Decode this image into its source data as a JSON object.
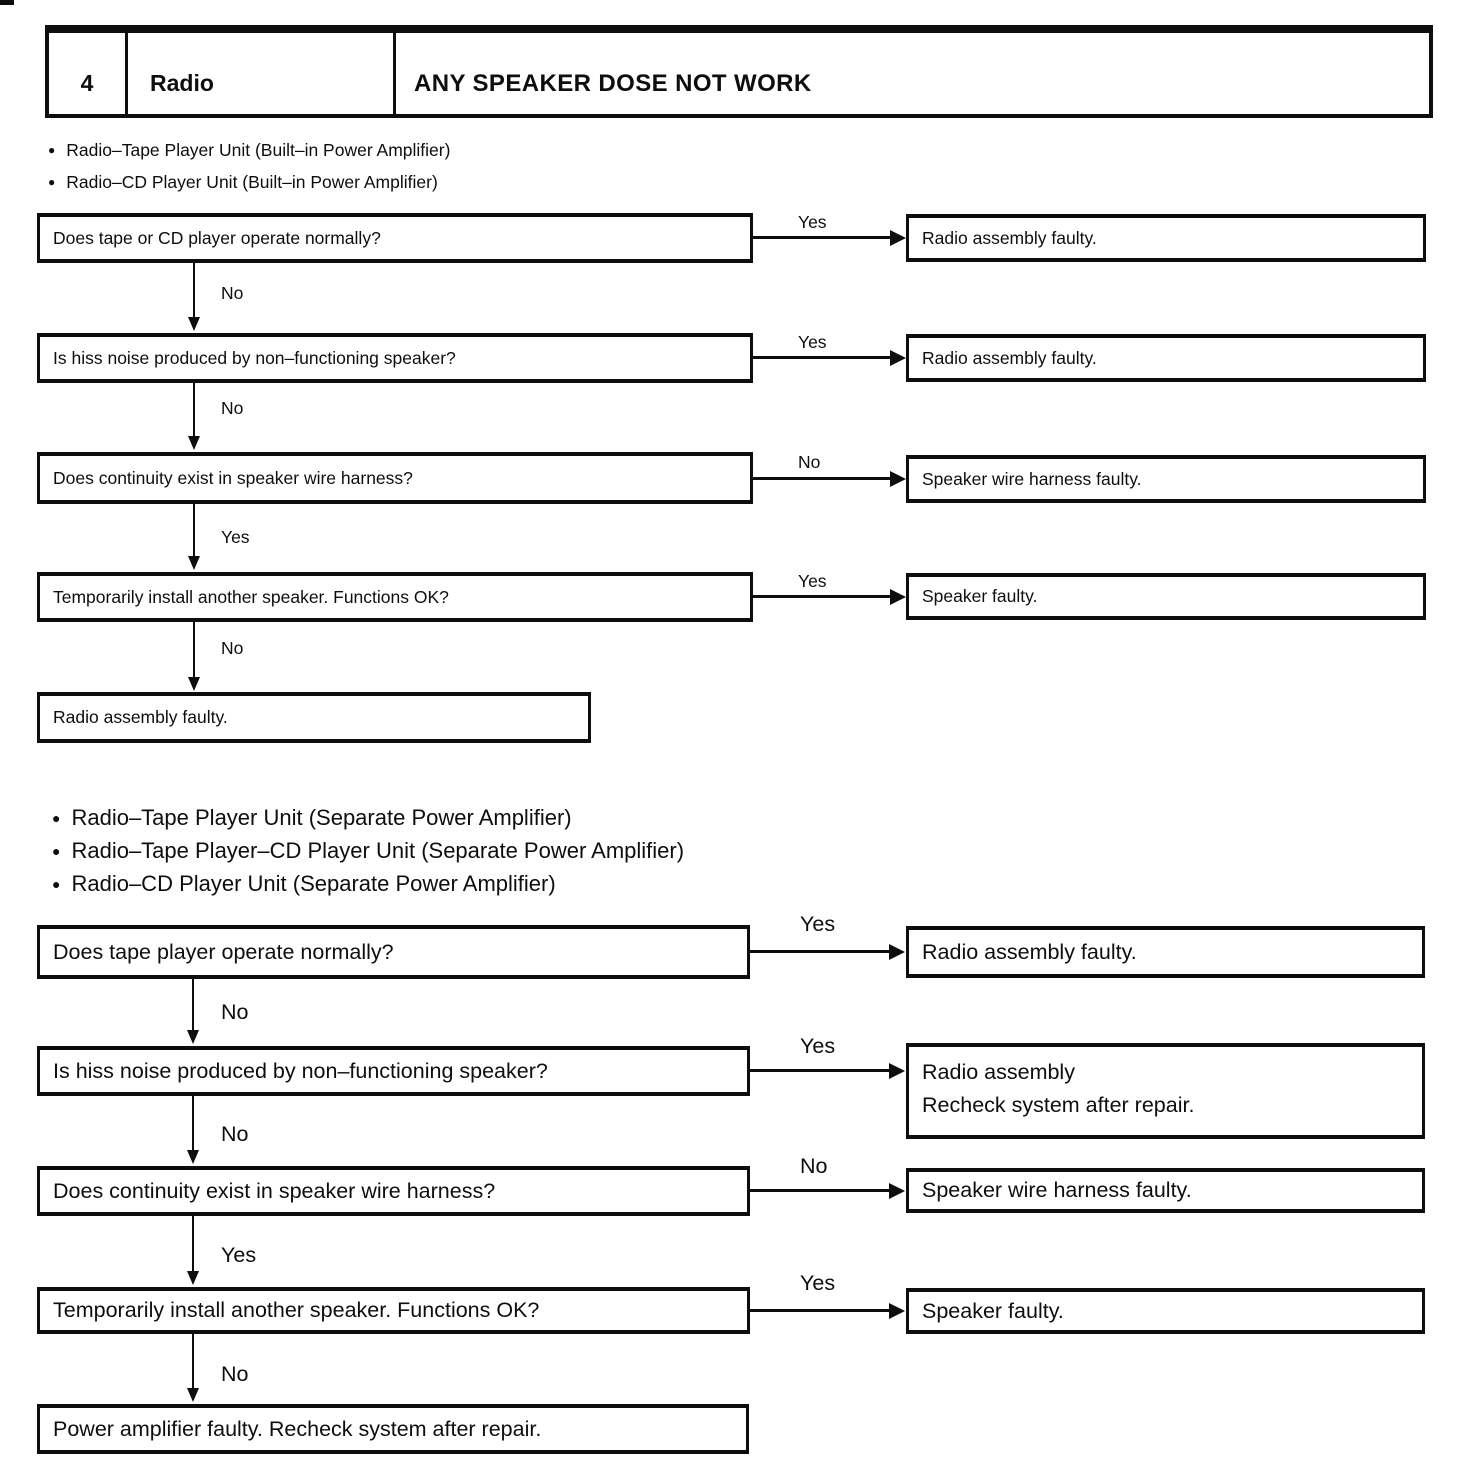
{
  "header": {
    "number": "4",
    "section": "Radio",
    "title": "ANY SPEAKER DOSE NOT WORK"
  },
  "builtin_group": {
    "bullet_items": [
      "Radio–Tape Player Unit (Built–in Power Amplifier)",
      "Radio–CD Player Unit (Built–in Power Amplifier)"
    ]
  },
  "separate_group": {
    "bullet_items": [
      "Radio–Tape Player Unit (Separate Power Amplifier)",
      "Radio–Tape Player–CD Player Unit (Separate Power Amplifier)",
      "Radio–CD Player Unit (Separate Power Amplifier)"
    ]
  },
  "chart_builtin": {
    "rows": [
      {
        "question": "Does tape or CD player operate normally?",
        "branch_label": "Yes",
        "result": "Radio assembly faulty.",
        "down_label": "No"
      },
      {
        "question": "Is hiss noise produced by non–functioning speaker?",
        "branch_label": "Yes",
        "result": "Radio assembly faulty.",
        "down_label": "No"
      },
      {
        "question": "Does continuity exist in speaker wire harness?",
        "branch_label": "No",
        "result": "Speaker wire harness faulty.",
        "down_label": "Yes"
      },
      {
        "question": "Temporarily install another speaker. Functions OK?",
        "branch_label": "Yes",
        "result": "Speaker faulty.",
        "down_label": "No"
      }
    ],
    "final_result": "Radio assembly faulty."
  },
  "chart_separate": {
    "rows": [
      {
        "question": "Does tape player operate normally?",
        "branch_label": "Yes",
        "result": "Radio assembly faulty.",
        "down_label": "No"
      },
      {
        "question": "Is hiss noise produced by non–functioning speaker?",
        "branch_label": "Yes",
        "result_lines": [
          "Radio assembly",
          "Recheck system after repair."
        ],
        "down_label": "No"
      },
      {
        "question": "Does continuity exist in speaker wire harness?",
        "branch_label": "No",
        "result": "Speaker wire harness faulty.",
        "down_label": "Yes"
      },
      {
        "question": "Temporarily install another speaker. Functions OK?",
        "branch_label": "Yes",
        "result": "Speaker faulty.",
        "down_label": "No"
      }
    ],
    "final_result": "Power amplifier faulty. Recheck system after repair."
  }
}
